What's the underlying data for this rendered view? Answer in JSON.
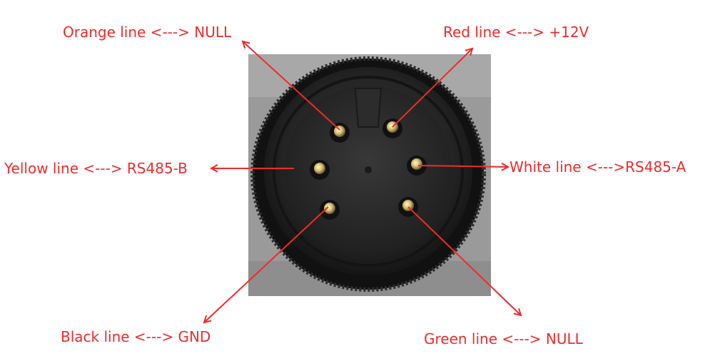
{
  "labels": {
    "orange": "Orange line <---> NULL",
    "red": "Red line <---> +12V",
    "yellow": "Yellow line <---> RS485-B",
    "white": "White line <--->RS485-A",
    "black": "Black line <---> GND",
    "green": "Green line <---> NULL"
  },
  "colors": {
    "label_text": "#ee2b2b",
    "arrow": "#ee2b2b",
    "connector_body": "#2a2a2a",
    "pin_gold": "#d8c27a",
    "background_plate": "#9a9a9a"
  },
  "icons": {
    "connector": "circular-5-pin-connector"
  }
}
